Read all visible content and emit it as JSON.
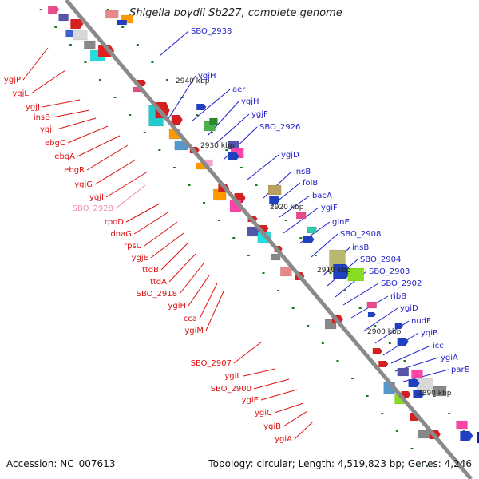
{
  "title": {
    "organism": "Shigella boydii Sb227, complete genome"
  },
  "footer": {
    "accession": "Accession: NC_007613",
    "summary": "Topology: circular; Length: 4,519,823 bp; Genes: 4,246"
  },
  "colors": {
    "backbone": "#8a8a8a",
    "forward_label": "#1f1fcc",
    "reverse_label": "#dd1111",
    "rna_label": "#f48ab0",
    "tick": "#1a7a1a"
  },
  "scale_labels": [
    "2940 kbp",
    "2930 kbp",
    "2920 kbp",
    "2910 kbp",
    "2900 kbp",
    "2890 kbp"
  ],
  "forward_genes": [
    "SBO_2938",
    "ygjH",
    "aer",
    "ygjH",
    "ygjF",
    "SBO_2926",
    "ygjD",
    "insB",
    "folB",
    "bacA",
    "ygiF",
    "glnE",
    "SBO_2908",
    "insB",
    "SBO_2904",
    "SBO_2903",
    "SBO_2902",
    "ribB",
    "ygiD",
    "nudF",
    "yqiB",
    "icc",
    "ygiA",
    "parE"
  ],
  "reverse_genes_upper": [
    "ygjP",
    "ygjL",
    "ygjJ",
    "insB",
    "ygjI",
    "ebgC",
    "ebgA",
    "ebgR",
    "ygjG",
    "yqjI"
  ],
  "rna_genes": [
    "SBO_2928"
  ],
  "reverse_genes_lower": [
    "rpoD",
    "dnaG",
    "rpsU",
    "ygjE",
    "ttdB",
    "ttdA",
    "SBO_2918",
    "ygiH",
    "cca",
    "ygiM"
  ],
  "reverse_genes_bottom": [
    "SBO_2907",
    "ygiL",
    "SBO_2900",
    "ygiE",
    "ygiC",
    "ygiB",
    "ygiA"
  ]
}
